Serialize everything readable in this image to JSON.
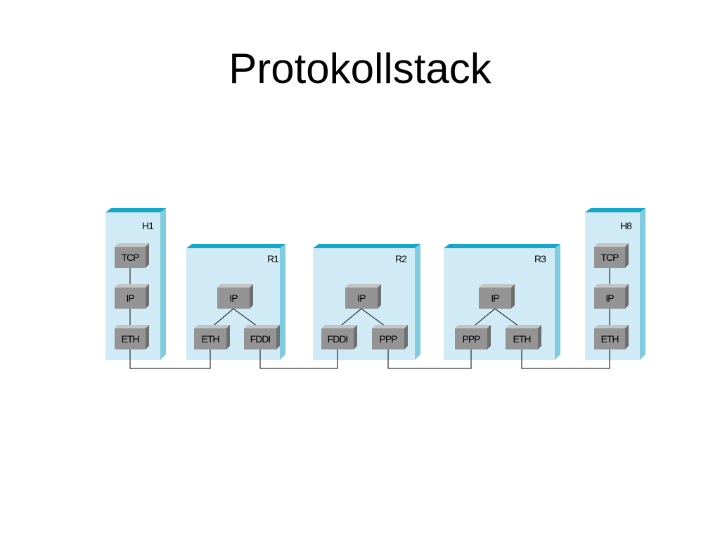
{
  "title": "Protokollstack",
  "colors": {
    "node_front": "#d0ebf6",
    "node_top": "#15a7c8",
    "node_side": "#7fcbe0",
    "layer_front": "#949494",
    "layer_top": "#c4c4c4",
    "layer_side": "#6e6e6e",
    "line": "#000000"
  },
  "nodes": [
    {
      "id": "h1",
      "label": "H1",
      "layers": [
        {
          "id": "tcp",
          "label": "TCP"
        },
        {
          "id": "ip",
          "label": "IP"
        },
        {
          "id": "eth",
          "label": "ETH"
        }
      ]
    },
    {
      "id": "r1",
      "label": "R1",
      "layers": [
        {
          "id": "ip",
          "label": "IP"
        },
        {
          "id": "eth",
          "label": "ETH"
        },
        {
          "id": "fddi",
          "label": "FDDI"
        }
      ]
    },
    {
      "id": "r2",
      "label": "R2",
      "layers": [
        {
          "id": "ip",
          "label": "IP"
        },
        {
          "id": "fddi",
          "label": "FDDI"
        },
        {
          "id": "ppp",
          "label": "PPP"
        }
      ]
    },
    {
      "id": "r3",
      "label": "R3",
      "layers": [
        {
          "id": "ip",
          "label": "IP"
        },
        {
          "id": "ppp",
          "label": "PPP"
        },
        {
          "id": "eth",
          "label": "ETH"
        }
      ]
    },
    {
      "id": "h8",
      "label": "H8",
      "layers": [
        {
          "id": "tcp",
          "label": "TCP"
        },
        {
          "id": "ip",
          "label": "IP"
        },
        {
          "id": "eth",
          "label": "ETH"
        }
      ]
    }
  ],
  "stack_links": [
    [
      "h1.tcp",
      "h1.ip"
    ],
    [
      "h1.ip",
      "h1.eth"
    ],
    [
      "r1.ip",
      "r1.eth"
    ],
    [
      "r1.ip",
      "r1.fddi"
    ],
    [
      "r2.ip",
      "r2.fddi"
    ],
    [
      "r2.ip",
      "r2.ppp"
    ],
    [
      "r3.ip",
      "r3.ppp"
    ],
    [
      "r3.ip",
      "r3.eth"
    ],
    [
      "h8.tcp",
      "h8.ip"
    ],
    [
      "h8.ip",
      "h8.eth"
    ]
  ],
  "network_links": [
    [
      "h1.eth",
      "r1.eth"
    ],
    [
      "r1.fddi",
      "r2.fddi"
    ],
    [
      "r2.ppp",
      "r3.ppp"
    ],
    [
      "r3.eth",
      "h8.eth"
    ]
  ]
}
